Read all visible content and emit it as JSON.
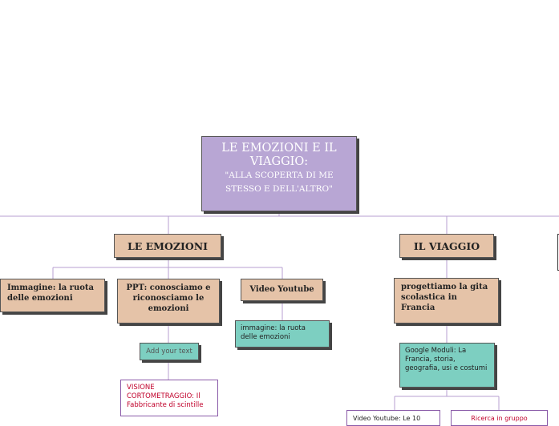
{
  "central": {
    "title": "LE EMOZIONI E IL VIAGGIO:",
    "subtitle": "\"ALLA SCOPERTA DI ME STESSO E DELL'ALTRO\""
  },
  "topics": [
    {
      "label": "LE EMOZIONI"
    },
    {
      "label": "IL VIAGGIO"
    }
  ],
  "emozioni": [
    {
      "label": "Immagine: la ruota delle emozioni"
    },
    {
      "label": "PPT: conosciamo e riconosciamo le emozioni"
    },
    {
      "label": "Video Youtube"
    }
  ],
  "ppt_child": {
    "placeholder": "Add your text"
  },
  "ppt_grandchild": {
    "label": "VISIONE CORTOMETRAGGIO: Il Fabbricante di scintille"
  },
  "video_child": {
    "label": "immagine: la ruota delle emozioni"
  },
  "viaggio_sub": {
    "label": "progettiamo la gita scolastica in Francia"
  },
  "viaggio_child": {
    "label": "Google Moduli: La Francia, storia, geografia, usi e costumi"
  },
  "viaggio_grandchildren": [
    {
      "label": "Video Youtube: Le 10"
    },
    {
      "label": "Ricerca in gruppo"
    }
  ],
  "colors": {
    "central": "#b8a6d4",
    "topic": "#e5c3a8",
    "teal": "#7dcfc1",
    "line": "#b79fd0",
    "red_text": "#c0002a"
  }
}
